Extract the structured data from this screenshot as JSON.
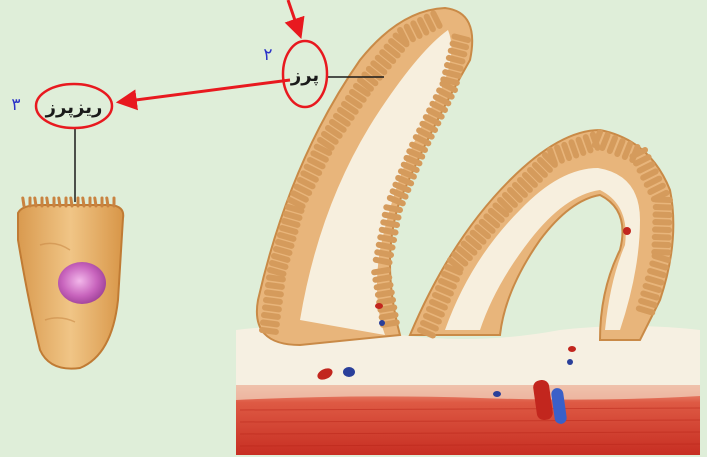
{
  "labels": {
    "villus": {
      "text": "پرز",
      "number": "۲"
    },
    "microvillus": {
      "text": "ریزپرز",
      "number": "۳"
    }
  },
  "colors": {
    "background": "#dfeed9",
    "arrow": "#e8191f",
    "circle": "#e8191f",
    "number": "#2b33c8",
    "villi": "#d9a56a",
    "villus_core": "#f5eee0",
    "muscle_layer": "#d9483a",
    "cell": "#e3ac62",
    "nucleus": "#c564b9"
  }
}
